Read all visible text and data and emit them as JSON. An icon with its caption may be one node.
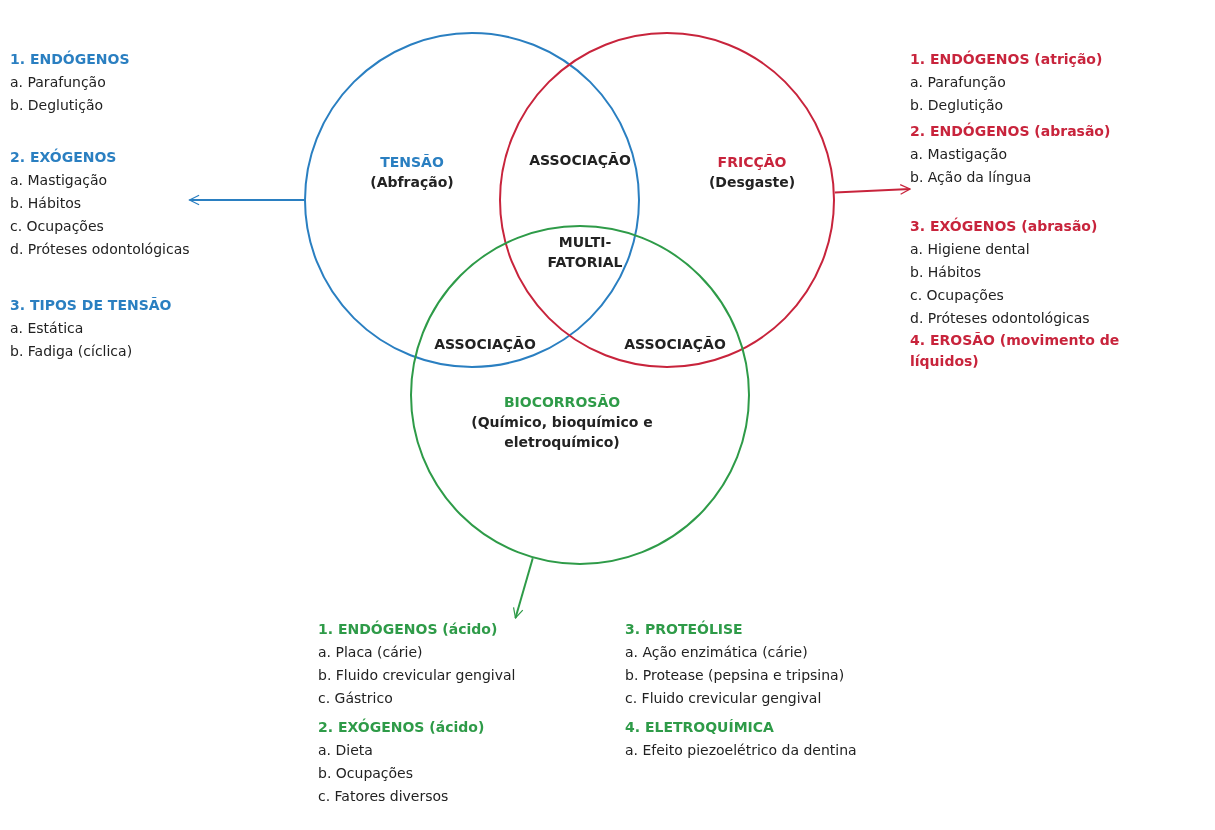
{
  "diagram": {
    "nodes": [
      {
        "text": [
          "TENSÃO",
          "(Abfração)"
        ]
      },
      {
        "text": [
          "FRICÇÃO",
          "(Desgaste)"
        ]
      },
      {
        "text": [
          "BIOCORROSÃO",
          "(Químico, bioquímico e eletroquímico)"
        ]
      },
      {
        "text": [
          "1. ENDÓGENOS",
          "a. Parafunção",
          "b. Deglutição"
        ]
      },
      {
        "text": [
          "2. EXÓGENOS",
          "a. Mastigação",
          "b. Hábitos",
          "c. Ocupações",
          "d. Próteses odontológicas"
        ]
      },
      {
        "text": [
          "3. TIPOS DE TENSÃO",
          "a. Estática",
          "b. Fadiga (cíclica)"
        ]
      },
      {
        "text": [
          "1. ENDÓGENOS (atrição)",
          "a. Parafunção",
          "b. Deglutição"
        ]
      },
      {
        "text": [
          "2. ENDÓGENOS (abrasão)",
          "a. Mastigação",
          "b. Ação da língua"
        ]
      },
      {
        "text": [
          "3. EXÓGENOS (abrasão)",
          "a. Higiene dental",
          "b. Hábitos",
          "c. Ocupações",
          "d. Próteses odontológicas"
        ]
      },
      {
        "text": [
          "4. EROSÃO (movimento de líquidos)"
        ]
      },
      {
        "text": [
          "1. ENDÓGENOS (ácido)",
          "a. Placa (cárie)",
          "b. Fluido crevicular gengival",
          "c. Gástrico"
        ]
      },
      {
        "text": [
          "2. EXÓGENOS (ácido)",
          "a. Dieta",
          "b. Ocupações",
          "c. Fatores diversos"
        ]
      },
      {
        "text": [
          "3. PROTEÓLISE",
          "a. Ação enzimática (cárie)",
          "b. Protease (pepsina e tripsina)",
          "c. Fluido crevicular gengival"
        ]
      },
      {
        "text": [
          "4. ELETROQUÍMICA",
          "a. Efeito piezoelétrico da dentina"
        ]
      }
    ],
    "edges": [
      {
        "from": 0,
        "to": 4,
        "arrow": "to",
        "color": "#2a7fc1"
      },
      {
        "from": 1,
        "to": 7,
        "arrow": "to",
        "color": "#c8243c"
      },
      {
        "from": 2,
        "to": 10,
        "arrow": "to",
        "color": "#2e9b48"
      }
    ],
    "labels": [
      "ASSOCIAÇÃO",
      "MULTI-FATORIAL",
      "ASSOCIAÇÃO",
      "ASSOCIAÇÃO"
    ]
  }
}
